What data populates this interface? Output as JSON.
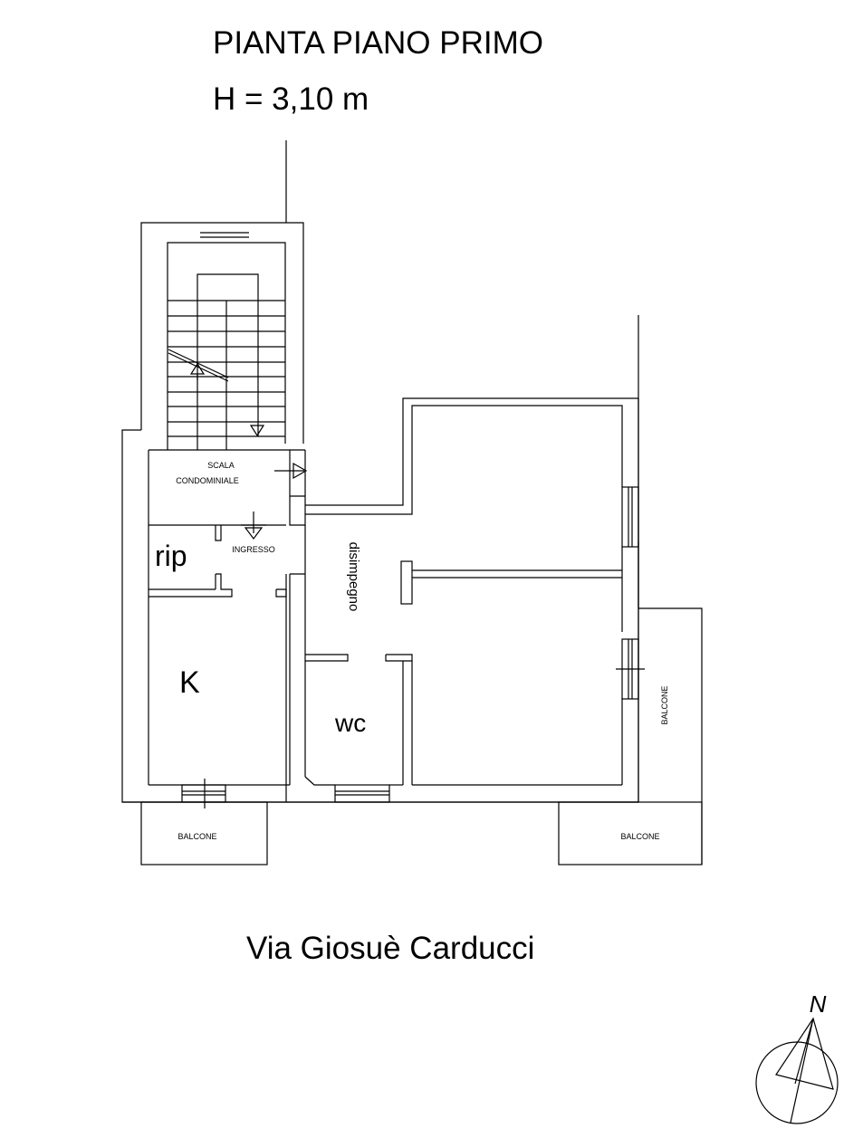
{
  "plan": {
    "title": "PIANTA PIANO PRIMO",
    "height_label": "H = 3,10 m",
    "street": "Via Giosuè Carducci",
    "north_label": "N"
  },
  "rooms": {
    "stair_line1": "SCALA",
    "stair_line2": "CONDOMINIALE",
    "entrance": "INGRESSO",
    "storage": "rip",
    "kitchen": "K",
    "bathroom": "wc",
    "hallway": "disimpegno",
    "balcony_left": "BALCONE",
    "balcony_right": "BALCONE",
    "balcony_side": "BALCONE"
  }
}
